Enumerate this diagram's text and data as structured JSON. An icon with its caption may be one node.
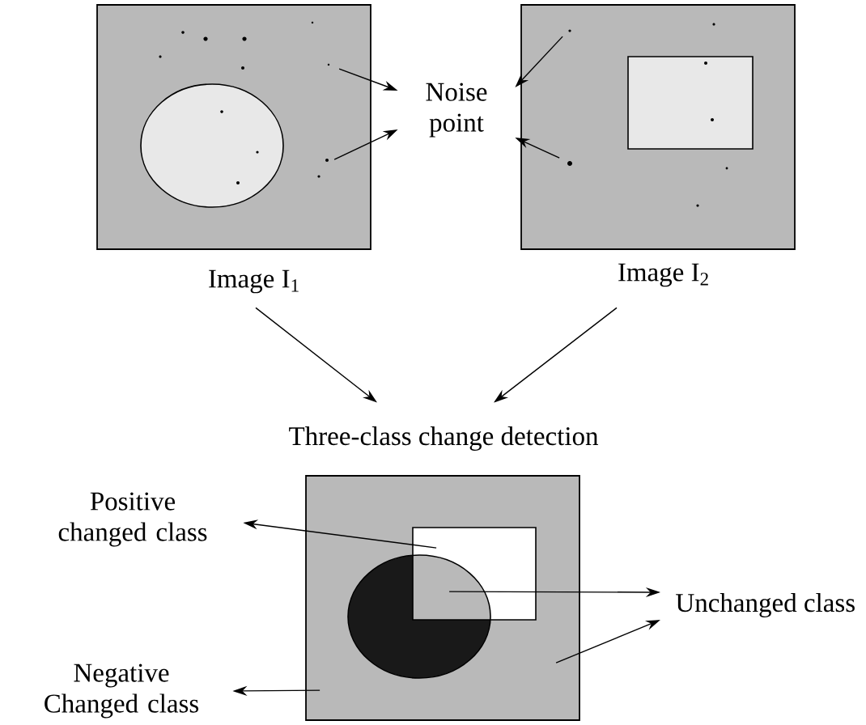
{
  "diagram": {
    "nodes": [
      {
        "text": [],
        "shape": "box"
      },
      {
        "text": [],
        "shape": "box"
      },
      {
        "text": [
          "Noise point"
        ]
      },
      {
        "text": [
          "Image  I$_{1}$"
        ]
      },
      {
        "text": [
          "Image I$_{2}$"
        ]
      },
      {
        "text": [
          "Three-class change detection"
        ]
      },
      {
        "text": [],
        "shape": "box"
      },
      {
        "text": [
          "Positive changed class"
        ]
      },
      {
        "text": [
          "Unchanged class"
        ]
      },
      {
        "text": [
          "Negative Changed class"
        ]
      }
    ],
    "edges": [
      {
        "from": 0,
        "to": 2,
        "arrow": "to"
      },
      {
        "from": 0,
        "to": 2,
        "arrow": "to"
      },
      {
        "from": 1,
        "to": 2,
        "arrow": "to"
      },
      {
        "from": 1,
        "to": 2,
        "arrow": "to"
      },
      {
        "from": 3,
        "to": 5,
        "arrow": "to"
      },
      {
        "from": 4,
        "to": 5,
        "arrow": "to"
      },
      {
        "from": 6,
        "to": 7,
        "arrow": "to"
      },
      {
        "from": 6,
        "to": 8,
        "arrow": "to"
      },
      {
        "from": 6,
        "to": 8,
        "arrow": "to"
      },
      {
        "from": 6,
        "to": 9,
        "arrow": "to"
      }
    ]
  }
}
